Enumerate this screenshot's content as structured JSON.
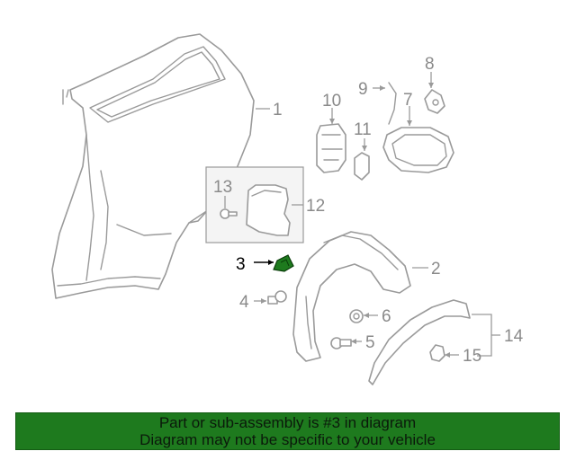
{
  "diagram": {
    "callouts": {
      "c1": "1",
      "c2": "2",
      "c3": "3",
      "c4": "4",
      "c5": "5",
      "c6": "6",
      "c7": "7",
      "c8": "8",
      "c9": "9",
      "c10": "10",
      "c11": "11",
      "c12": "12",
      "c13": "13",
      "c14": "14",
      "c15": "15"
    },
    "highlight_color": "#1e7a1e"
  },
  "banner": {
    "line1": "Part or sub-assembly is #3 in diagram",
    "line2": "Diagram may not be specific to your vehicle",
    "background": "#1e7a1e"
  }
}
